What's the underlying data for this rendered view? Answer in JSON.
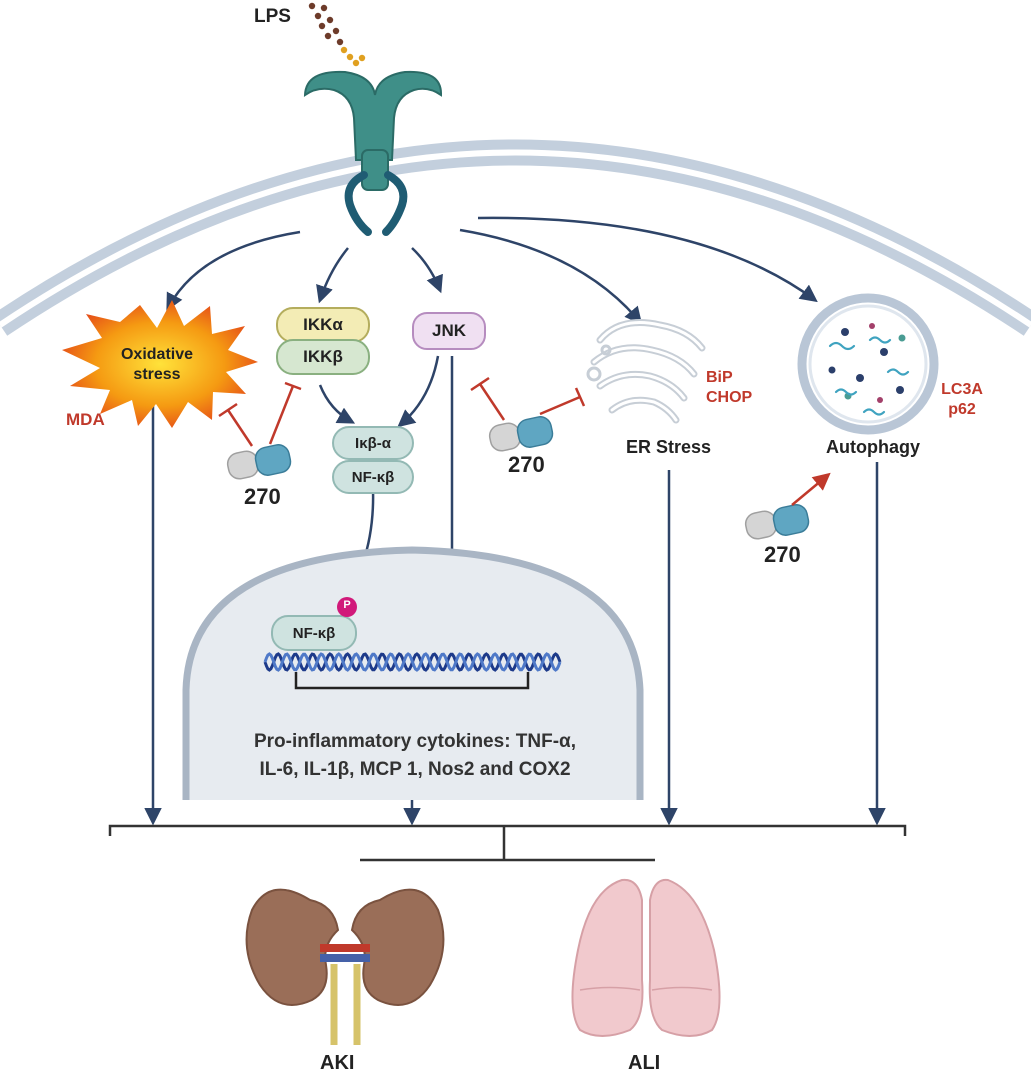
{
  "labels": {
    "lps": "LPS",
    "oxidative_stress": [
      "Oxidative",
      "stress"
    ],
    "mda": "MDA",
    "ikk_alpha": "IKKα",
    "ikk_beta": "IKKβ",
    "jnk": "JNK",
    "ikb_alpha": "Iκβ-α",
    "nfkb_cytoplasm": "NF-κβ",
    "nfkb_nucleus": "NF-κβ",
    "phospho": "P",
    "bip_chop": [
      "BiP",
      "CHOP"
    ],
    "er_stress": "ER Stress",
    "lc3a_p62": [
      "LC3A",
      "p62"
    ],
    "autophagy": "Autophagy",
    "drug_label": "270",
    "cytokines": [
      "Pro-inflammatory cytokines: TNF-α,",
      "IL-6, IL-1β, MCP 1, Nos2 and COX2"
    ],
    "aki": "AKI",
    "ali": "ALI"
  },
  "colors": {
    "arrow": "#2e4468",
    "inhibit": "#c0392b",
    "label_red": "#c0392b",
    "membrane": "#c3cfdd",
    "receptor": "#3f8f88",
    "nucleus": "#e7ebf0",
    "ikk_box": "#f3ecb5",
    "jnk_box": "#f0e0f2",
    "nfkb_box": "#cfe3e0",
    "capsule_grey": "#d5d5d5",
    "capsule_blue": "#5fa6c2",
    "kidney": "#9a6e58",
    "lung": "#f1c9cd",
    "phospho": "#d1197a"
  }
}
